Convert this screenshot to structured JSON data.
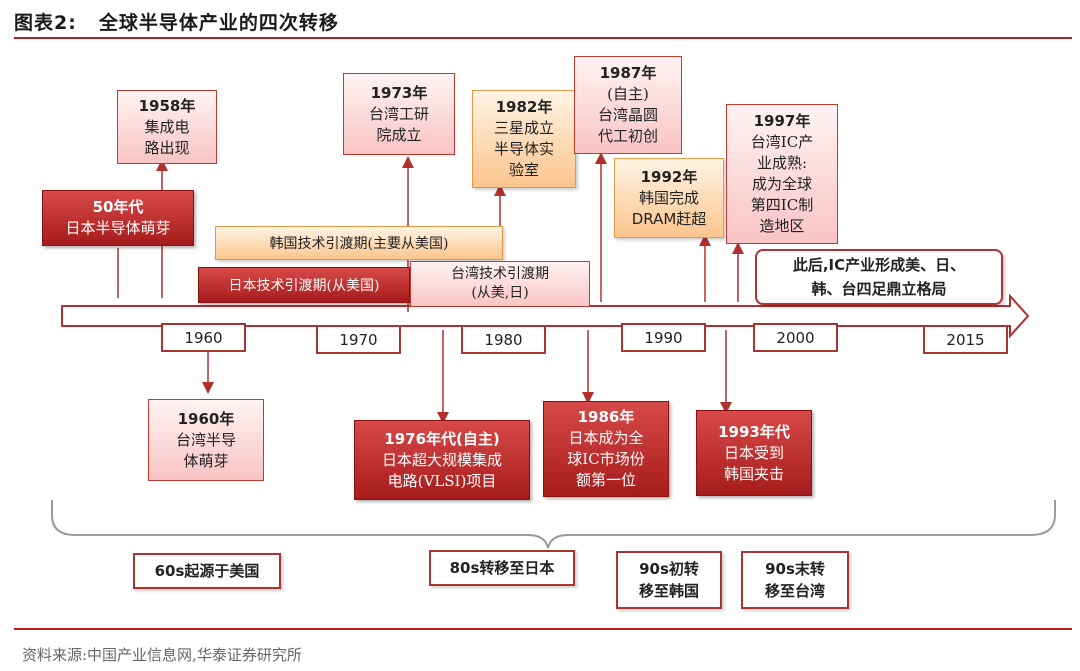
{
  "header": {
    "figure_label": "图表2:",
    "title": "全球半导体产业的四次转移"
  },
  "source": "资料来源:中国产业信息网,华泰证券研究所",
  "timeline_ticks": [
    "1960",
    "1970",
    "1980",
    "1990",
    "2000",
    "2015"
  ],
  "periods": {
    "japan_bud": {
      "line1": "50年代",
      "line2": "日本半导体萌芽"
    },
    "korea_transfer": "韩国技术引渡期(主要从美国)",
    "japan_transfer": "日本技术引渡期(从美国)",
    "taiwan_transfer": {
      "line1": "台湾技术引渡期",
      "line2": "(从美,日)"
    }
  },
  "events_above": {
    "e1958": {
      "year": "1958年",
      "l1": "集成电",
      "l2": "路出现"
    },
    "e1973": {
      "year": "1973年",
      "l1": "台湾工研",
      "l2": "院成立"
    },
    "e1982": {
      "year": "1982年",
      "l1": "三星成立",
      "l2": "半导体实",
      "l3": "验室"
    },
    "e1987": {
      "year": "1987年",
      "l1": "(自主)",
      "l2": "台湾晶圆",
      "l3": "代工初创"
    },
    "e1992": {
      "year": "1992年",
      "l1": "韩国完成",
      "l2": "DRAM赶超"
    },
    "e1997": {
      "year": "1997年",
      "l1": "台湾IC产",
      "l2": "业成熟:",
      "l3": "成为全球",
      "l4": "第四IC制",
      "l5": "造地区"
    }
  },
  "after_note": {
    "l1": "此后,IC产业形成美、日、",
    "l2": "韩、台四足鼎立格局"
  },
  "events_below": {
    "e1960": {
      "year": "1960年",
      "l1": "台湾半导",
      "l2": "体萌芽"
    },
    "e1976": {
      "year": "1976年代(自主)",
      "l1": "日本超大规模集成",
      "l2": "电路(VLSI)项目"
    },
    "e1986": {
      "year": "1986年",
      "l1": "日本成为全",
      "l2": "球IC市场份",
      "l3": "额第一位"
    },
    "e1993": {
      "year": "1993年代",
      "l1": "日本受到",
      "l2": "韩国夹击"
    }
  },
  "eras": {
    "e60s": "60s起源于美国",
    "e80s": "80s转移至日本",
    "e90s_early": {
      "l1": "90s初转",
      "l2": "移至韩国"
    },
    "e90s_late": {
      "l1": "90s末转",
      "l2": "移至台湾"
    }
  },
  "colors": {
    "accent": "#a33333",
    "red_box": "#b52424",
    "pink_box": "#f9c4c4",
    "orange_box": "#fbc58c"
  }
}
